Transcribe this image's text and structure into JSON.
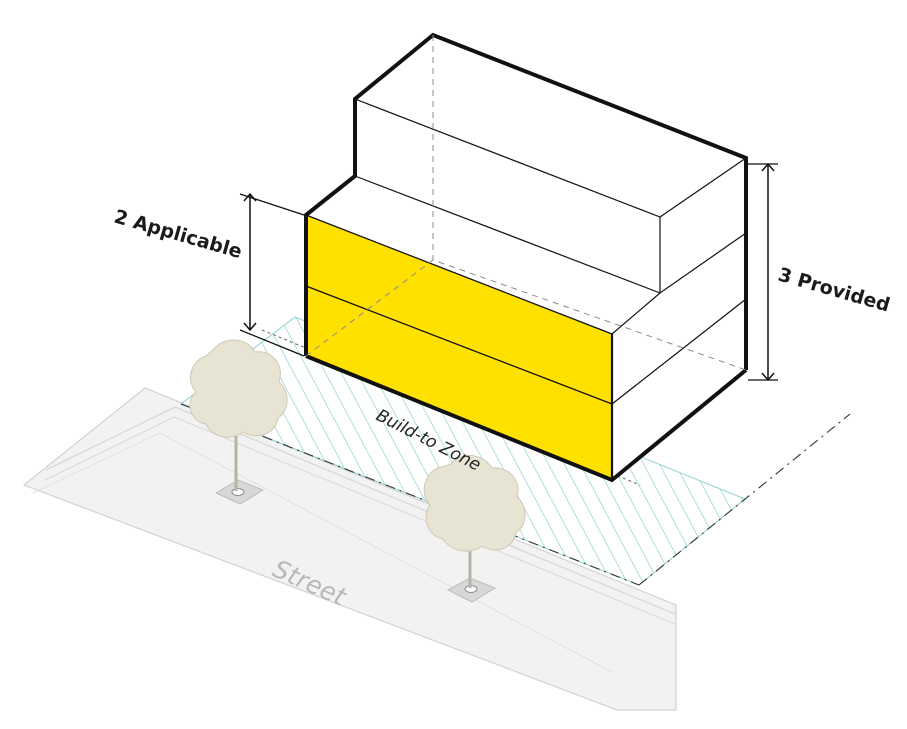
{
  "labels": {
    "applicable": "2 Applicable",
    "provided": "3 Provided",
    "zone": "Build-to Zone",
    "street": "Street"
  },
  "colors": {
    "highlight": "#ffe100",
    "zone_hatch": "#7fc8c6",
    "street_fill": "#f2f2f2",
    "street_edge": "#d6d6d6",
    "tree_canopy": "#e8e4d4",
    "tree_trunk": "#b8b2a7",
    "building_stroke": "#111111"
  },
  "icons": {
    "tree": "tree-icon",
    "tree_pit": "tree-pit-icon"
  }
}
